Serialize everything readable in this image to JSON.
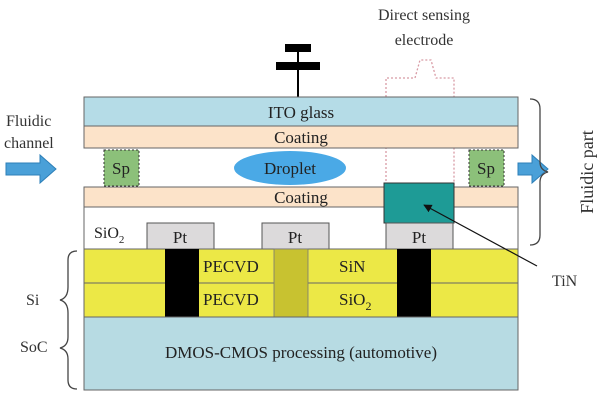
{
  "colors": {
    "ito": "#b5dce7",
    "coating": "#fce3c9",
    "droplet": "#4aa9e6",
    "spacer": "#8cc07a",
    "tin": "#1e9b96",
    "pt": "#dcdadb",
    "yellow_layer": "#ece846",
    "via_black": "#000000",
    "via_olive": "#c8c230",
    "soc_bg": "#b7dbe3",
    "arrow": "#4aa0d8"
  },
  "labels": {
    "direct_sensing_line1": "Direct sensing",
    "direct_sensing_line2": "electrode",
    "ito_glass": "ITO glass",
    "coating_top": "Coating",
    "coating_bottom": "Coating",
    "droplet": "Droplet",
    "spacer_left": "Sp",
    "spacer_right": "Sp",
    "fluidic_channel_line1": "Fluidic",
    "fluidic_channel_line2": "channel",
    "fluidic_part": "Fluidic part",
    "sio2_left_main": "SiO",
    "sio2_left_sub": "2",
    "pt_1": "Pt",
    "pt_2": "Pt",
    "pt_3": "Pt",
    "pecvd_top": "PECVD",
    "pecvd_bottom": "PECVD",
    "sin": "SiN",
    "sio2_mid_main": "SiO",
    "sio2_mid_sub": "2",
    "tin": "TiN",
    "si": "Si",
    "soc": "SoC",
    "dmos": "DMOS-CMOS processing (automotive)"
  }
}
